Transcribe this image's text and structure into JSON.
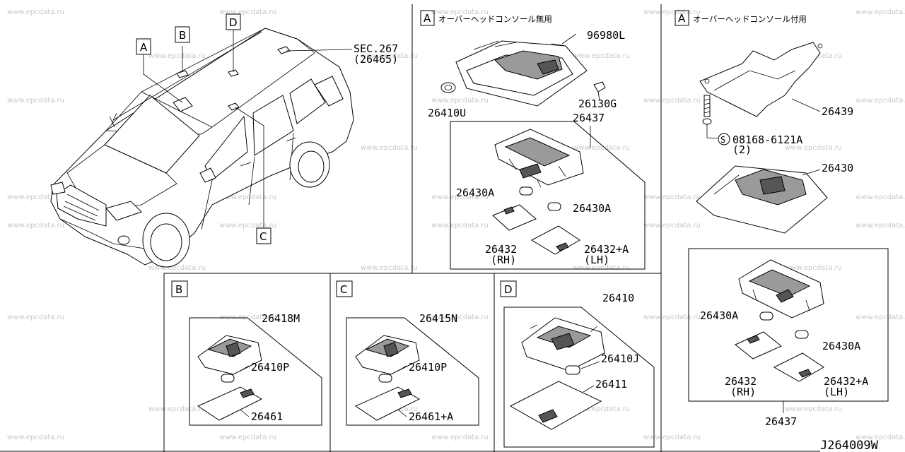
{
  "watermark": "www.epcdata.ru",
  "diagram_code": "J264009W",
  "vehicle_callouts": {
    "A": "A",
    "B": "B",
    "C": "C",
    "D": "D",
    "sec_line1": "SEC.267",
    "sec_line2": "(26465)"
  },
  "panel_a_without": {
    "marker": "A",
    "title": "オーバーヘッドコンソール無用",
    "parts": {
      "p96980L": "96980L",
      "p26410U": "26410U",
      "p26130G": "26130G",
      "p26437": "26437",
      "p26430A_1": "26430A",
      "p26430A_2": "26430A",
      "p26432": "26432",
      "p26432_rh": "(RH)",
      "p26432A": "26432+A",
      "p26432A_lh": "(LH)"
    }
  },
  "panel_a_with": {
    "marker": "A",
    "title": "オーバーヘッドコンソール付用",
    "parts": {
      "p26439": "26439",
      "bolt_symbol": "S",
      "p08168": "08168-6121A",
      "p08168_qty": "(2)",
      "p26430": "26430",
      "p26430A_1": "26430A",
      "p26430A_2": "26430A",
      "p26432": "26432",
      "p26432_rh": "(RH)",
      "p26432A": "26432+A",
      "p26432A_lh": "(LH)",
      "p26437": "26437"
    }
  },
  "panel_b": {
    "marker": "B",
    "parts": {
      "p26418M": "26418M",
      "p26410P": "26410P",
      "p26461": "26461"
    }
  },
  "panel_c": {
    "marker": "C",
    "parts": {
      "p26415N": "26415N",
      "p26410P": "26410P",
      "p26461A": "26461+A"
    }
  },
  "panel_d": {
    "marker": "D",
    "parts": {
      "p26410": "26410",
      "p26410J": "26410J",
      "p26411": "26411"
    }
  }
}
